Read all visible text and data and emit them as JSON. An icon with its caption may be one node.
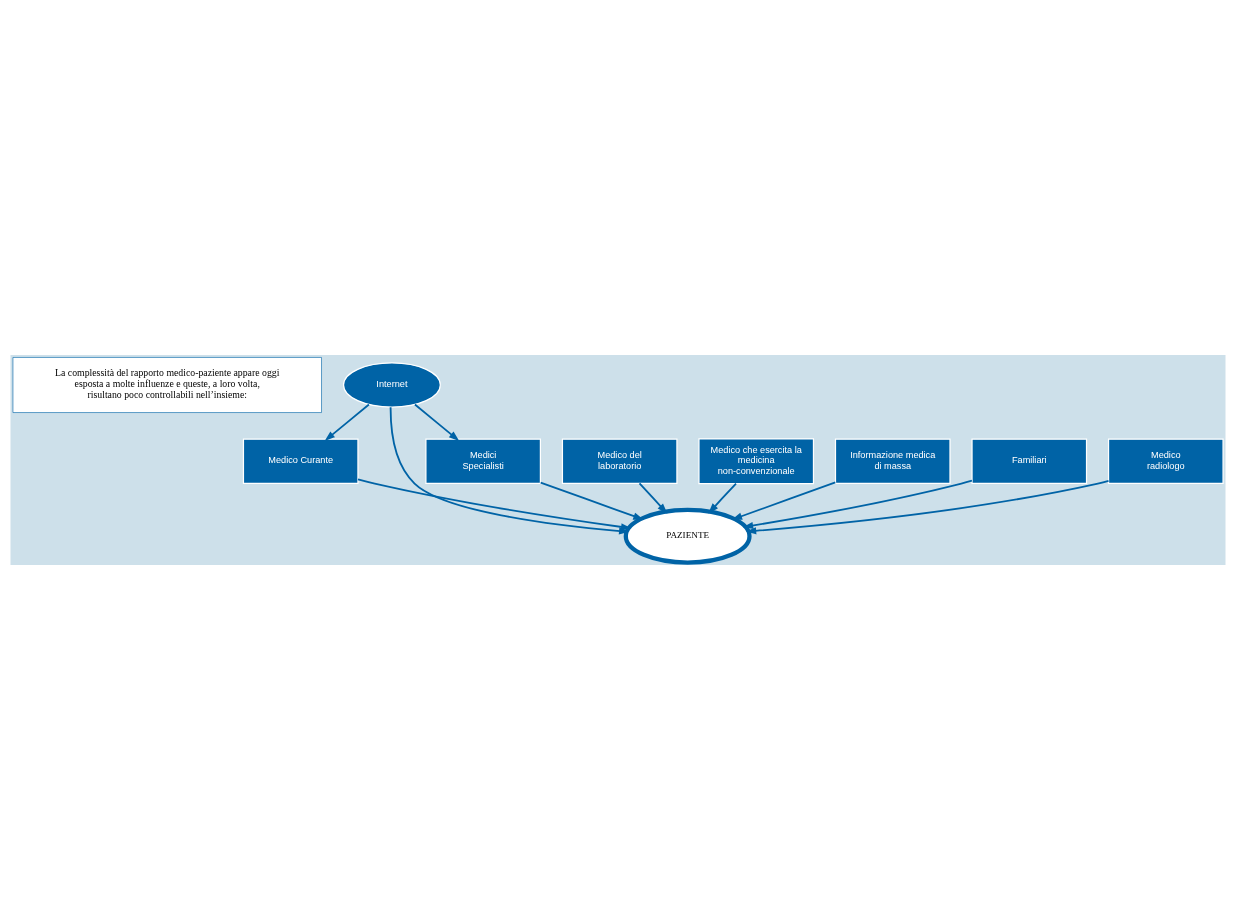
{
  "diagram": {
    "nodes": [
      {
        "text": [
          "La complessità del rapporto medico-paziente appare oggi esposta a molte influenze e queste, a loro volta, risultano poco controllabili nell’insieme:"
        ]
      },
      {
        "text": [
          "Medico Curante"
        ]
      },
      {
        "text": [
          "Internet"
        ]
      },
      {
        "text": [
          "Medico del laboratorio"
        ]
      },
      {
        "text": [
          "PAZIENTE"
        ]
      },
      {
        "text": [
          "Medico che esercita la medicina non-convenzionale"
        ]
      },
      {
        "text": [
          "Medici Specialisti"
        ]
      },
      {
        "text": [
          "Informazione medica di massa"
        ]
      },
      {
        "text": [
          "Familiari"
        ]
      },
      {
        "text": [
          "Medico radiologo"
        ]
      }
    ],
    "edges": [
      {
        "from": 2,
        "to": 1,
        "arrow": "to"
      },
      {
        "from": 1,
        "to": 4,
        "arrow": "to"
      },
      {
        "from": 2,
        "to": 4,
        "arrow": "to"
      },
      {
        "from": 2,
        "to": 6,
        "arrow": "to"
      },
      {
        "from": 3,
        "to": 4,
        "arrow": "to"
      },
      {
        "from": 5,
        "to": 4,
        "arrow": "to"
      },
      {
        "from": 6,
        "to": 4,
        "arrow": "to"
      },
      {
        "from": 9,
        "to": 4,
        "arrow": "to"
      },
      {
        "from": 7,
        "to": 4,
        "arrow": "to"
      },
      {
        "from": 8,
        "to": 4,
        "arrow": "to"
      }
    ]
  }
}
